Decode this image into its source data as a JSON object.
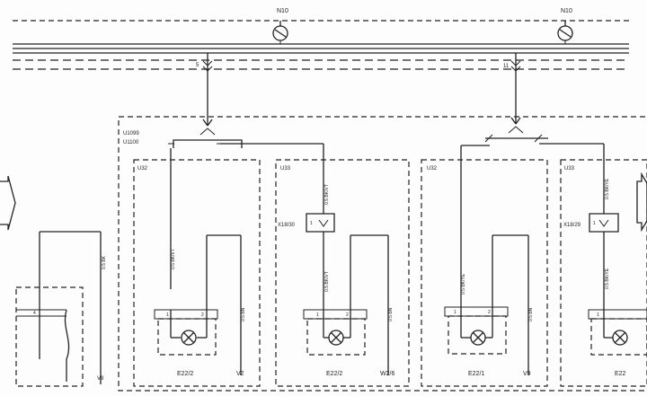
{
  "components": {
    "n10_left": "N10",
    "n10_right": "N10",
    "pin_5": "5",
    "pin_11": "11",
    "u1099": "U1099",
    "u1100": "U1100",
    "u32_a": "U32",
    "u33": "U33",
    "u32_b": "U32",
    "u_right": "U33",
    "x18_30": "X18/30",
    "x18_29": "X18/29",
    "e22_2_a": "E22/2",
    "e22_2_b": "E22/2",
    "e22_1": "E22/1",
    "e22_right": "E22",
    "v2": "V2",
    "w2_6": "W2/6",
    "v9_left": "V9",
    "v9_right": "V9"
  },
  "wire_labels": {
    "bk_left": "0.5 BK",
    "bkvt_1": "0.5 BK/VT",
    "bn_1": "0.5 BN",
    "bkvt_2": "0.5 BK/VT",
    "bkvt_3": "0.5 BK/VT",
    "bn_2": "0.5 BN",
    "bkye_1": "0.5 BK/YE",
    "bn_3": "0.5 BN",
    "bkye_2": "0.5 BK/YE",
    "bkye_3": "0.5 BK/YE"
  },
  "pins": {
    "p1": "1",
    "p2": "2",
    "p3": "1",
    "p4": "2",
    "p5": "1",
    "p6": "2",
    "p7": "1",
    "p8": "1",
    "p9": "1",
    "p10": "4"
  }
}
